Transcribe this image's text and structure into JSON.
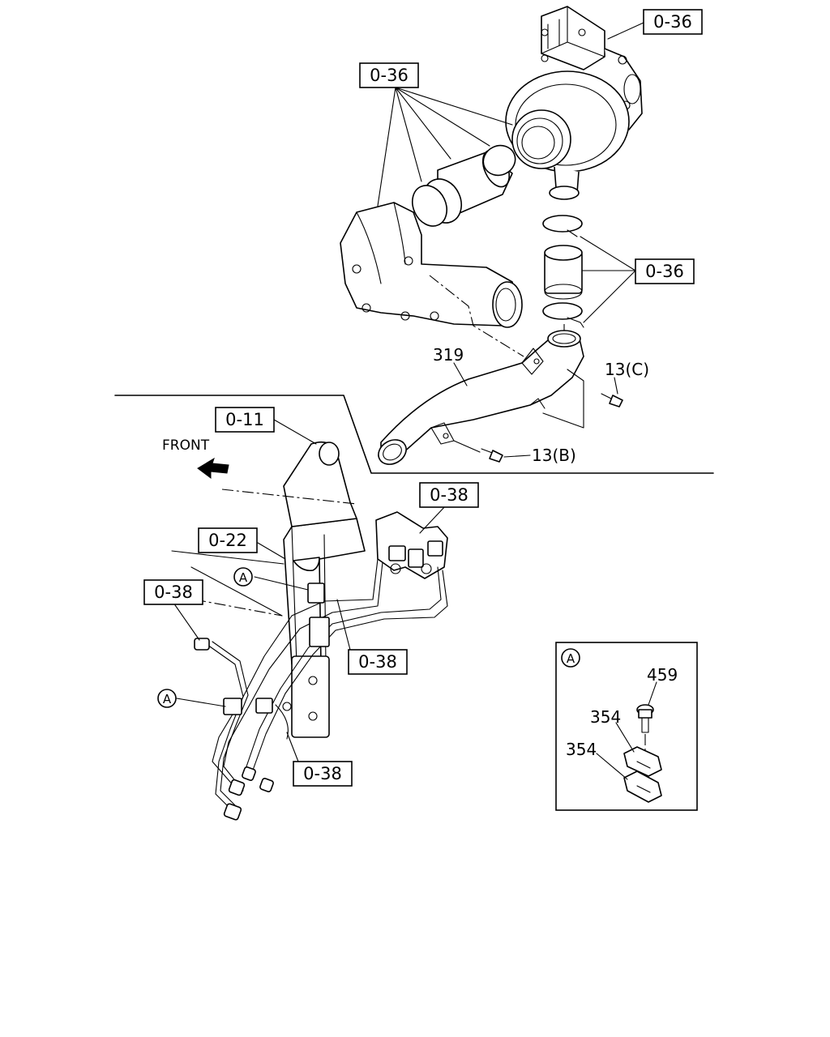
{
  "refs": {
    "turbo_top": "0-36",
    "pipe_group": "0-36",
    "hose_group": "0-36",
    "bracket": "0-11",
    "frame": "0-22",
    "pipe_upper": "0-38",
    "pipe_left": "0-38",
    "pipe_mid": "0-38",
    "pipe_lower": "0-38"
  },
  "parts": {
    "pipe": "319",
    "bolt_c": "13(C)",
    "bolt_b": "13(B)"
  },
  "direction_label": "FRONT",
  "clip_marker": "A",
  "detail": {
    "marker": "A",
    "bolt": "459",
    "clip_upper": "354",
    "clip_lower": "354"
  }
}
